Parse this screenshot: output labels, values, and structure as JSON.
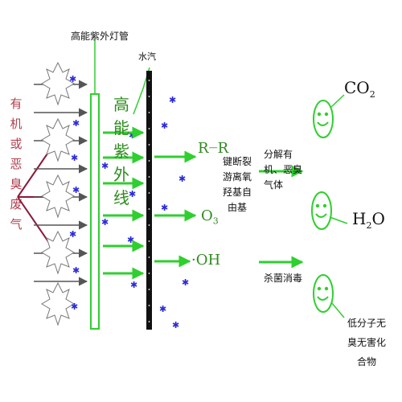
{
  "waste_gas_label": [
    "有",
    "机",
    "或",
    "恶",
    "臭",
    "废",
    "气"
  ],
  "lamp_label": "高能紫外灯管",
  "water_label": "水汽",
  "uv_label": [
    "高",
    "能",
    "紫",
    "外",
    "线"
  ],
  "radicals": {
    "rr": "R",
    "rr_bond": "—",
    "rr2": "R",
    "o3": "O",
    "o3_sub": "3",
    "oh": "·OH"
  },
  "mid_text": "键断裂游离氧羟基自由基",
  "decompose_label": "分解有机、恶臭气体",
  "sterilize_label": "杀菌消毒",
  "products": {
    "co2": "CO",
    "co2_sub": "2",
    "h2o_h": "H",
    "h2o_sub": "2",
    "h2o_o": "O",
    "harmless": "低分子无臭无害化合物"
  },
  "colors": {
    "uv_green": "#2fcf2f",
    "arrow_gray": "#555555",
    "branch_maroon": "#8b1a3a",
    "particle_blue": "#2b2bd8",
    "plate_black": "#111111",
    "waste_text": "#b04050"
  },
  "icons": [
    "smiley-face-icon",
    "starburst-icon",
    "particle-icon"
  ]
}
